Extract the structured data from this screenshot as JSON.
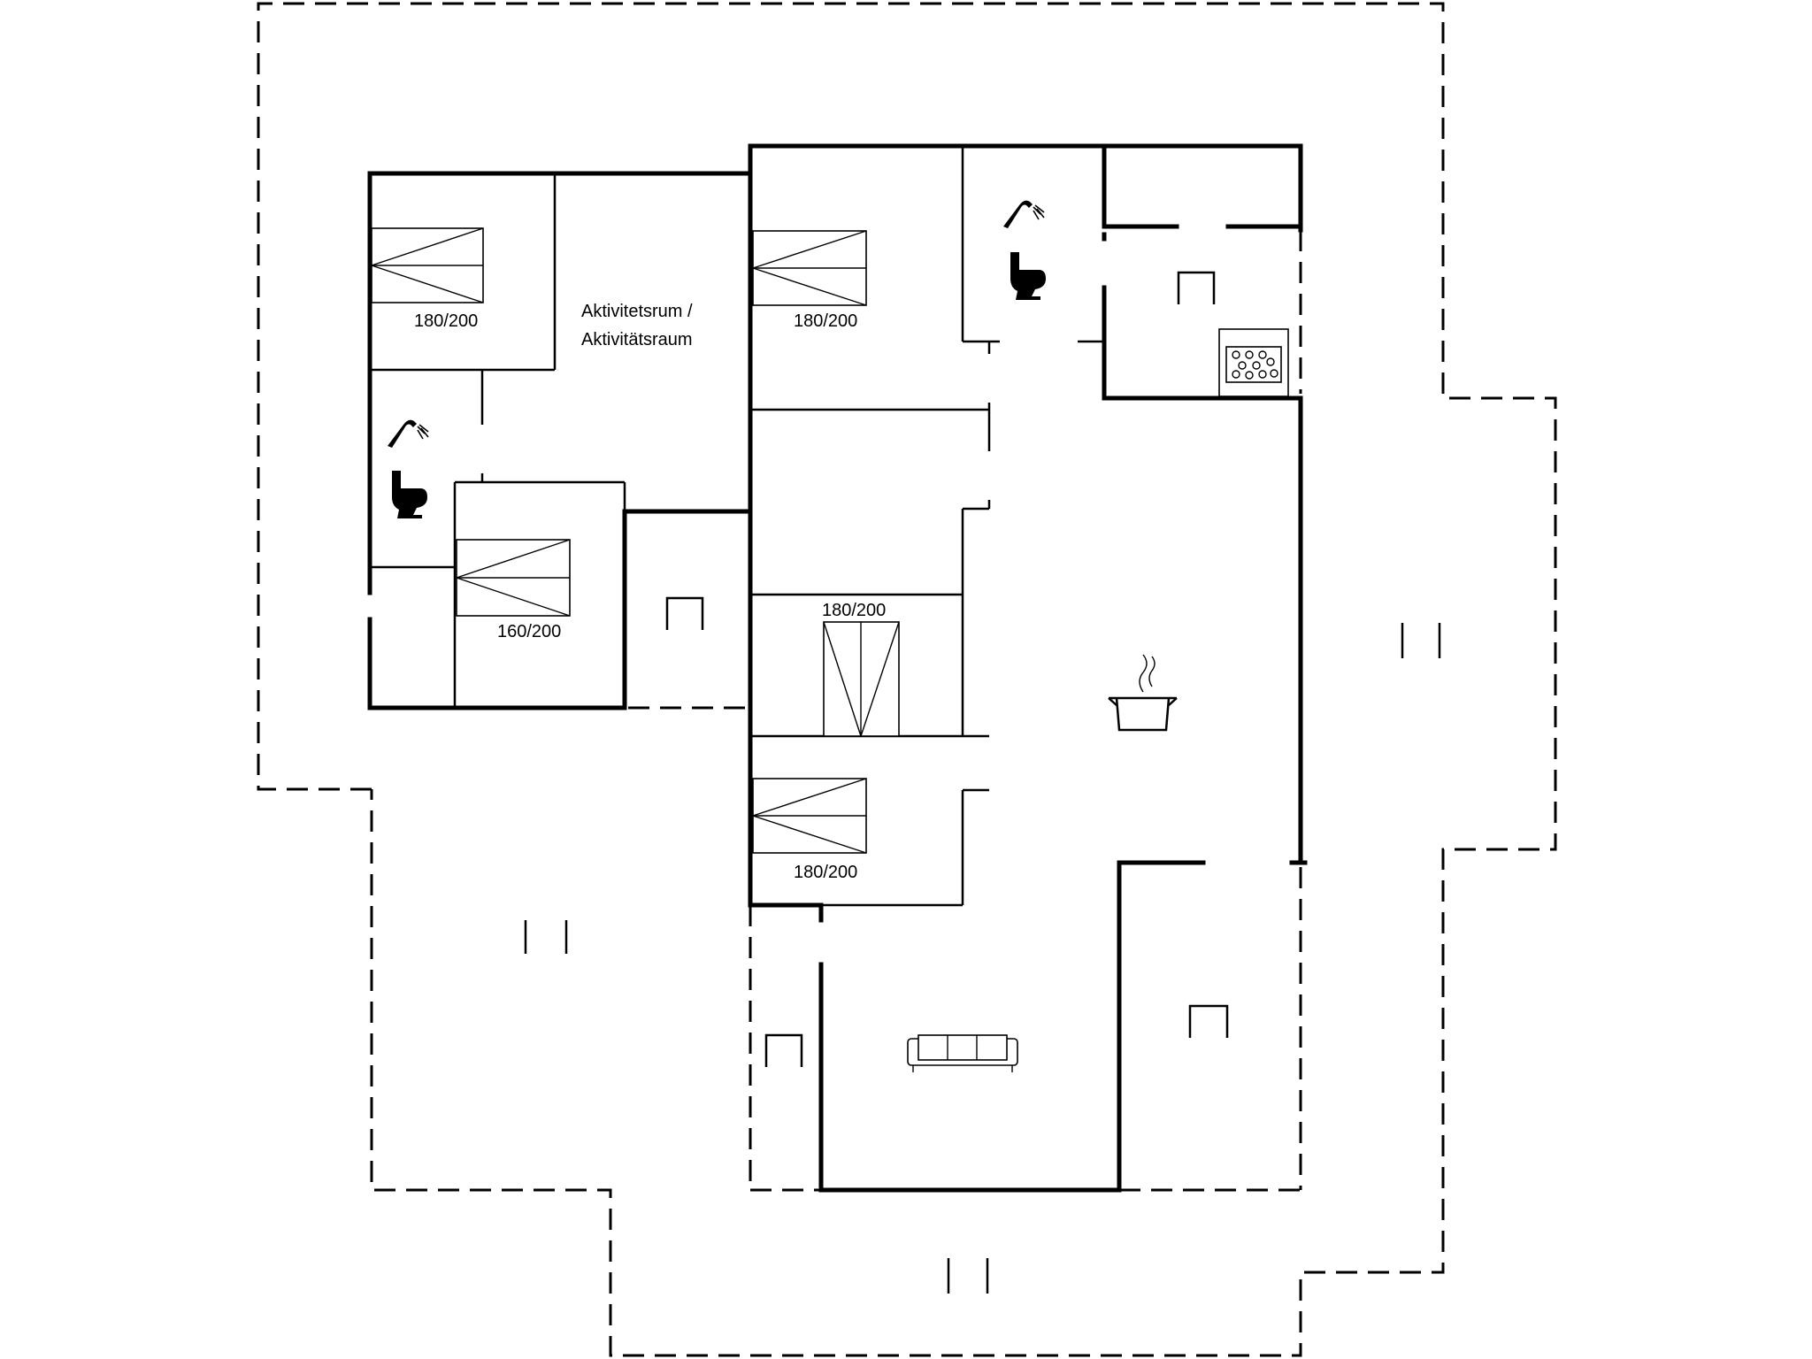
{
  "plan": {
    "rooms": {
      "bedroom_top_left": {
        "bed_size": "180/200"
      },
      "activity_room": {
        "label_line1": "Aktivitetsrum /",
        "label_line2": "Aktivitätsraum"
      },
      "bedroom_top_middle": {
        "bed_size": "180/200"
      },
      "bedroom_lower_left": {
        "bed_size": "160/200"
      },
      "bedroom_center": {
        "bed_size": "180/200"
      },
      "bedroom_lower_middle": {
        "bed_size": "180/200"
      }
    },
    "icons": [
      "shower-icon",
      "toilet-icon",
      "bed-icon",
      "door-icon",
      "stove-icon",
      "cooking-pot-icon",
      "sofa-icon",
      "window-icon"
    ]
  }
}
